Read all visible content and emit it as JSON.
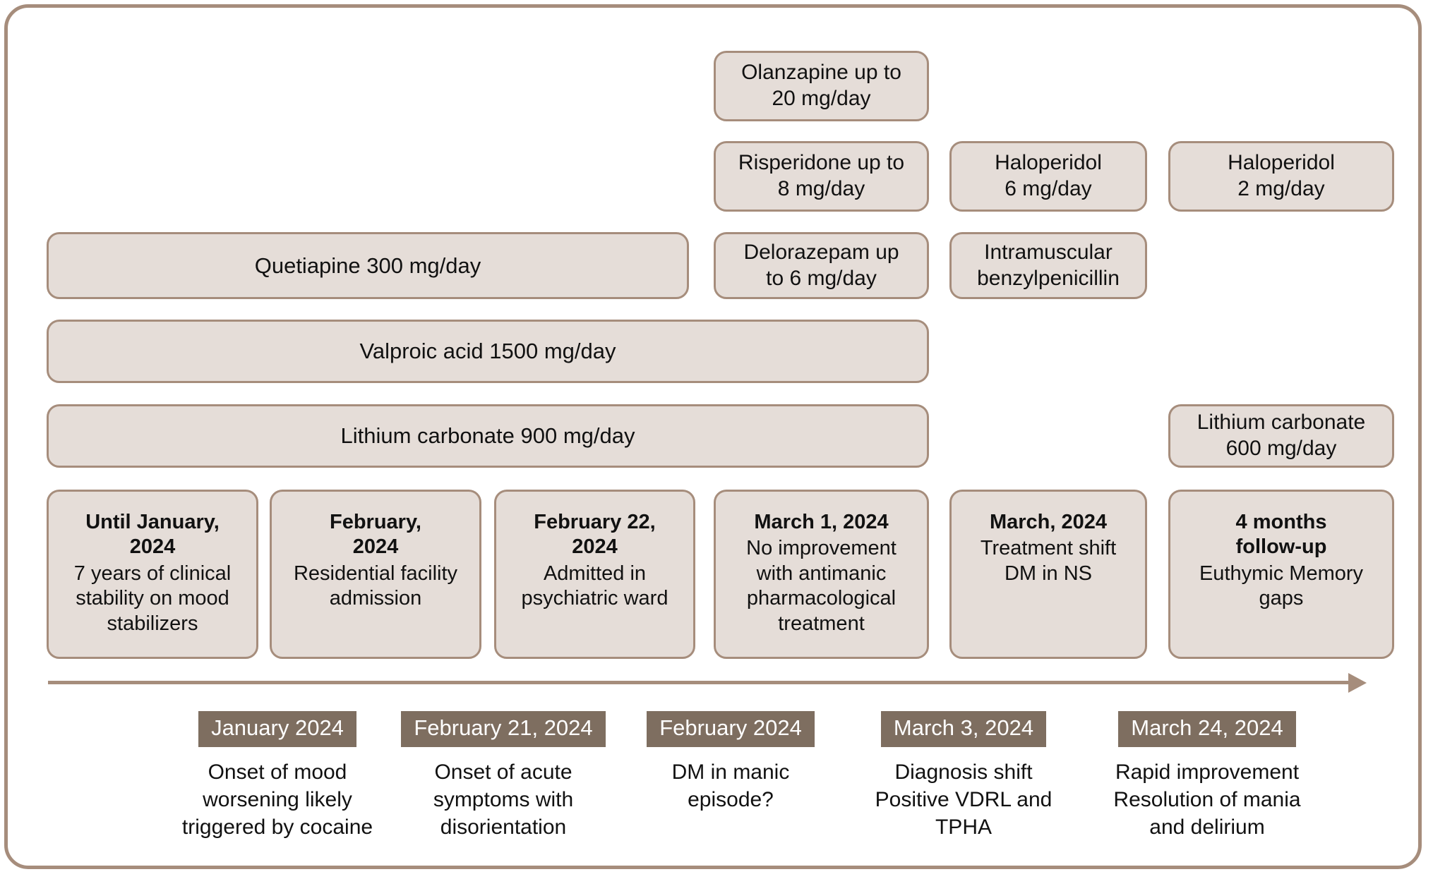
{
  "colors": {
    "box_fill": "#E5DDD8",
    "box_border": "#A68D7C",
    "badge_fill": "#7E6E60",
    "badge_text": "#FFFFFF",
    "frame": "#A68D7C",
    "text": "#111111"
  },
  "treatments": [
    {
      "name": "olanzapine",
      "text": "Olanzapine up to\n20 mg/day"
    },
    {
      "name": "risperidone",
      "text": "Risperidone up to\n8 mg/day"
    },
    {
      "name": "haloperidol-6",
      "text": "Haloperidol\n6 mg/day"
    },
    {
      "name": "haloperidol-2",
      "text": "Haloperidol\n2 mg/day"
    },
    {
      "name": "quetiapine",
      "text": "Quetiapine 300 mg/day"
    },
    {
      "name": "delorazepam",
      "text": "Delorazepam up\nto 6 mg/day"
    },
    {
      "name": "benzylpenicillin",
      "text": "Intramuscular\nbenzylpenicillin"
    },
    {
      "name": "valproic-acid",
      "text": "Valproic acid 1500 mg/day"
    },
    {
      "name": "lithium-900",
      "text": "Lithium carbonate 900 mg/day"
    },
    {
      "name": "lithium-600",
      "text": "Lithium carbonate\n600 mg/day"
    }
  ],
  "events": [
    {
      "date": "Until January,\n2024",
      "desc": "7 years of clinical\nstability on mood\nstabilizers"
    },
    {
      "date": "February,\n2024",
      "desc": "Residential facility\nadmission"
    },
    {
      "date": "February 22,\n2024",
      "desc": "Admitted in\npsychiatric ward"
    },
    {
      "date": "March 1, 2024",
      "desc": "No improvement\nwith antimanic\npharmacological\ntreatment"
    },
    {
      "date": "March, 2024",
      "desc": "Treatment shift\nDM in NS"
    },
    {
      "date": "4 months\nfollow-up",
      "desc": "Euthymic Memory\ngaps"
    }
  ],
  "milestones": [
    {
      "badge": "January 2024",
      "caption": "Onset of mood\nworsening likely\ntriggered by cocaine"
    },
    {
      "badge": "February 21, 2024",
      "caption": "Onset of acute\nsymptoms with\ndisorientation"
    },
    {
      "badge": "February 2024",
      "caption": "DM in manic\nepisode?"
    },
    {
      "badge": "March 3, 2024",
      "caption": "Diagnosis shift\nPositive VDRL and\nTPHA"
    },
    {
      "badge": "March 24, 2024",
      "caption": "Rapid improvement\nResolution of mania\nand delirium"
    }
  ]
}
